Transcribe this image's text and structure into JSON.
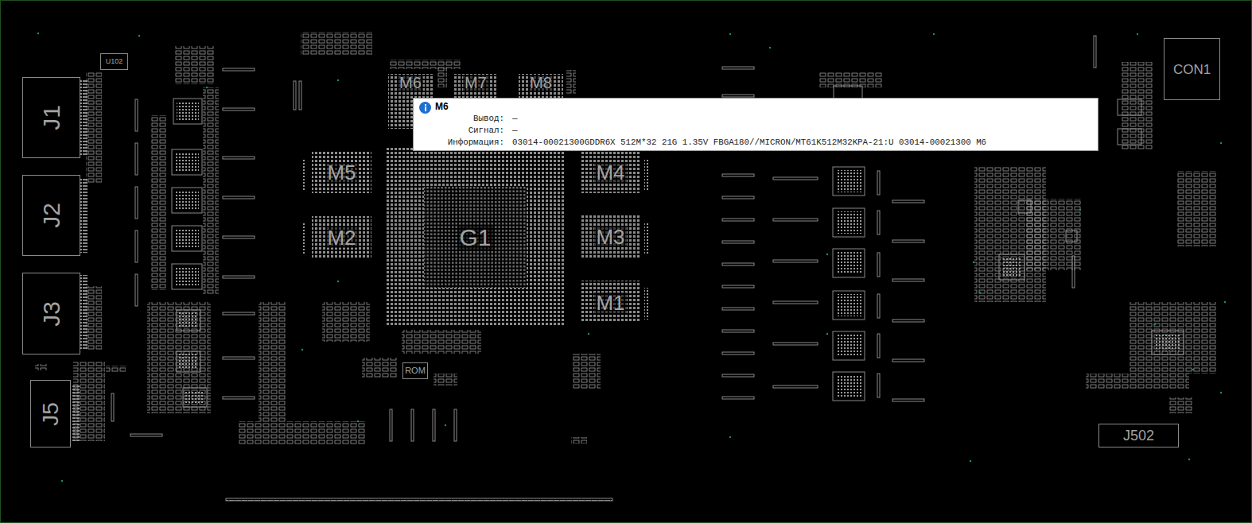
{
  "diagram": {
    "nodes": [
      {
        "text": [
          "J1"
        ]
      },
      {
        "text": [
          "J2"
        ]
      },
      {
        "text": [
          "J3"
        ]
      },
      {
        "text": [
          "J5"
        ]
      },
      {
        "text": [
          "U102"
        ]
      },
      {
        "text": [
          "M6"
        ]
      },
      {
        "text": [
          "M7"
        ]
      },
      {
        "text": [
          "M8"
        ]
      },
      {
        "text": [
          "M5"
        ]
      },
      {
        "text": [
          "M2"
        ]
      },
      {
        "text": [
          "G1"
        ]
      },
      {
        "text": [
          "M4"
        ]
      },
      {
        "text": [
          "M3"
        ]
      },
      {
        "text": [
          "M1"
        ]
      },
      {
        "text": [
          "ROM"
        ]
      },
      {
        "text": [
          "CON1"
        ]
      },
      {
        "text": [
          "J502"
        ]
      },
      {
        "text": [
          "M6",
          "Вывод:",
          "—",
          "Сигнал:",
          "—",
          "Информация:",
          "03014-00021300GDDR6X 512M*32 21G 1.35V FBGA180//MICRON/MT61K512M32KPA-21:U 03014-00021300 M6"
        ]
      }
    ]
  }
}
